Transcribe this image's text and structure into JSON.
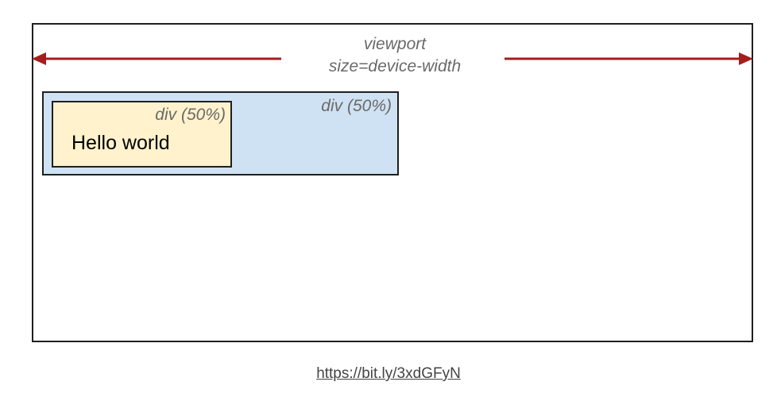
{
  "diagram": {
    "viewport_label_line1": "viewport",
    "viewport_label_line2": "size=device-width",
    "outer_div_label": "div (50%)",
    "inner_div_label": "div (50%)",
    "inner_text": "Hello world"
  },
  "footer": {
    "link_text": "https://bit.ly/3xdGFyN"
  },
  "colors": {
    "frame_border": "#1f1f1f",
    "arrow": "#a51d1d",
    "outer_div_fill": "#cfe2f3",
    "inner_div_fill": "#fff2cc",
    "label_gray": "#6a6a6a"
  },
  "icons": {
    "left_arrow": "arrow-left-icon",
    "right_arrow": "arrow-right-icon"
  }
}
